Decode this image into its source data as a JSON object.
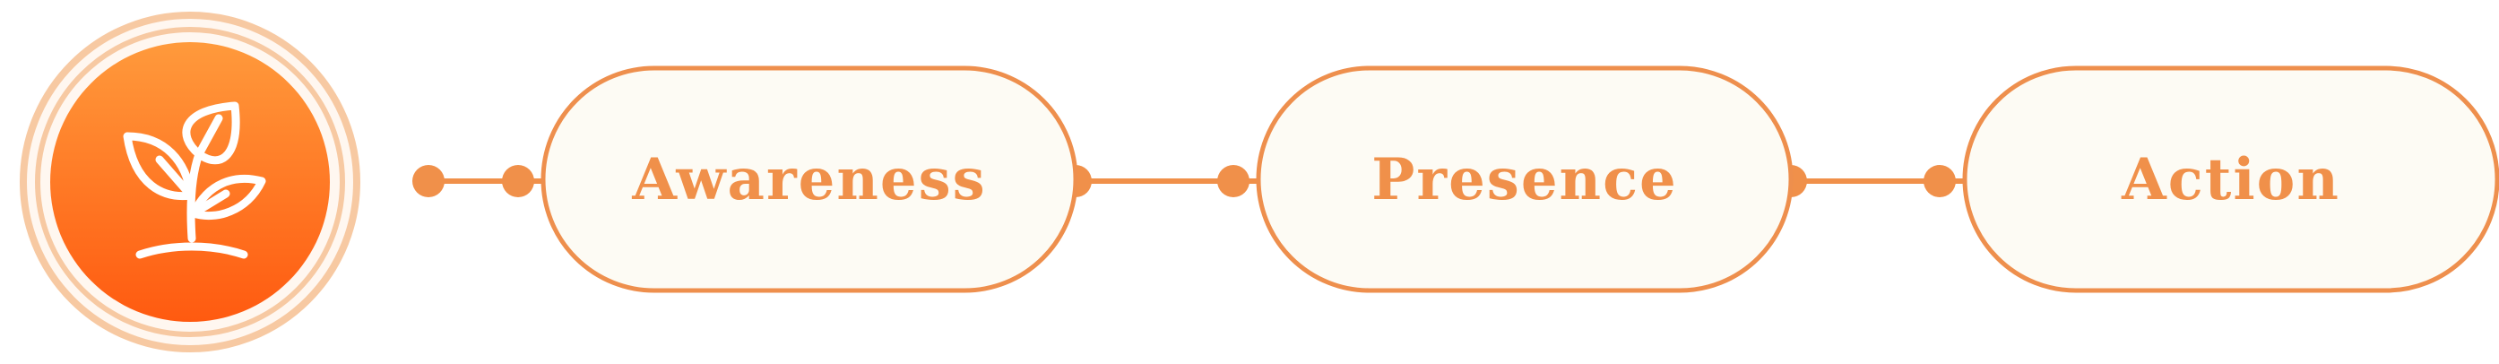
{
  "stages": [
    {
      "label": "Awareness"
    },
    {
      "label": "Presence"
    },
    {
      "label": "Action"
    }
  ],
  "icon": {
    "name": "sprout-icon"
  },
  "colors": {
    "accent": "#F0904A",
    "pill_fill": "#FDFBF4",
    "pill_stroke": "#EE8F4D",
    "badge_outer_ring": "#F7C9A2",
    "badge_gradient_top": "#FF9A3C",
    "badge_gradient_bottom": "#FF5A10",
    "icon_stroke": "#FFFFFF"
  }
}
